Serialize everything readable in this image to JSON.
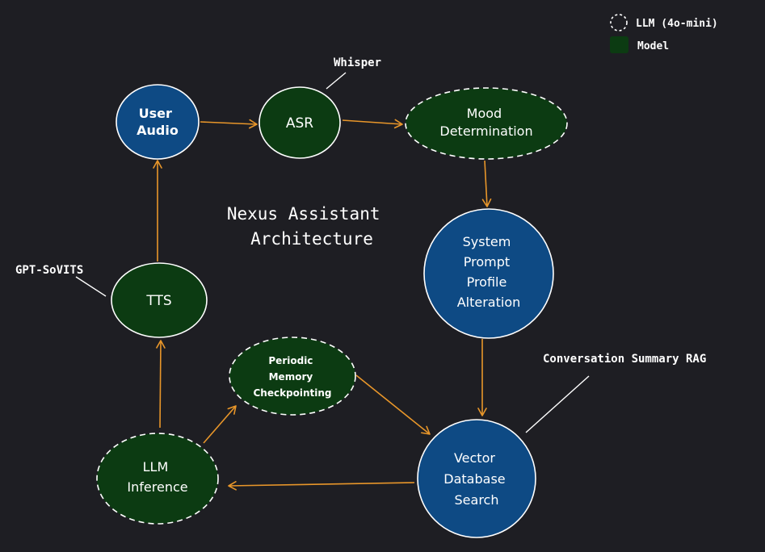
{
  "title_lines": [
    "Nexus Assistant",
    "Architecture"
  ],
  "legend": {
    "llm_label": "LLM (4o-mini)",
    "model_label": "Model"
  },
  "annotations": {
    "whisper": "Whisper",
    "gpt_sovits": "GPT-SoVITS",
    "conversation_rag": "Conversation Summary RAG"
  },
  "nodes": {
    "user_audio": [
      "User",
      "Audio"
    ],
    "asr": [
      "ASR"
    ],
    "mood": [
      "Mood",
      "Determination"
    ],
    "system_prompt": [
      "System",
      "Prompt",
      "Profile",
      "Alteration"
    ],
    "vector_db": [
      "Vector",
      "Database",
      "Search"
    ],
    "llm_inference": [
      "LLM",
      "Inference"
    ],
    "periodic_memory": [
      "Periodic",
      "Memory",
      "Checkpointing"
    ],
    "tts": [
      "TTS"
    ]
  },
  "colors": {
    "background": "#1e1e23",
    "blue_node": "#0e4a84",
    "green_node": "#0c3b12",
    "arrow": "#e8962a",
    "outline": "#ffffff"
  }
}
